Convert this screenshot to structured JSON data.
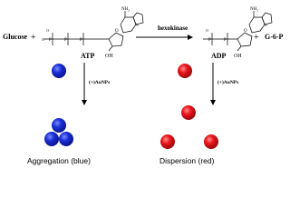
{
  "reaction": {
    "substrate_left": "Glucose",
    "plus_1": "+",
    "atp_label": "ATP",
    "enzyme": "hexokinase",
    "adp_label": "ADP",
    "plus_2": "+",
    "product": "G-6-P"
  },
  "atp": {
    "nh2": "NH",
    "nh2_sub": "2",
    "n": "N",
    "o_ring": "O",
    "oh": "OH",
    "phosphates": [
      "P",
      "P",
      "P"
    ],
    "o_minus": "O",
    "charge": "-"
  },
  "adp": {
    "nh2": "NH",
    "nh2_sub": "2",
    "n": "N",
    "o_ring": "O",
    "oh": "OH",
    "phosphates": [
      "P",
      "P"
    ],
    "o_minus": "O",
    "charge": "-"
  },
  "left_branch": {
    "arrow_label": "(+)AuNPs",
    "caption": "Aggregation (blue)",
    "particle_color": "#1a2fd6"
  },
  "right_branch": {
    "arrow_label": "(+)AuNPs",
    "caption": "Dispersion (red)",
    "particle_color": "#e8141b"
  },
  "colors": {
    "blue_particle": "#1a2fd6",
    "red_particle": "#e8141b"
  }
}
